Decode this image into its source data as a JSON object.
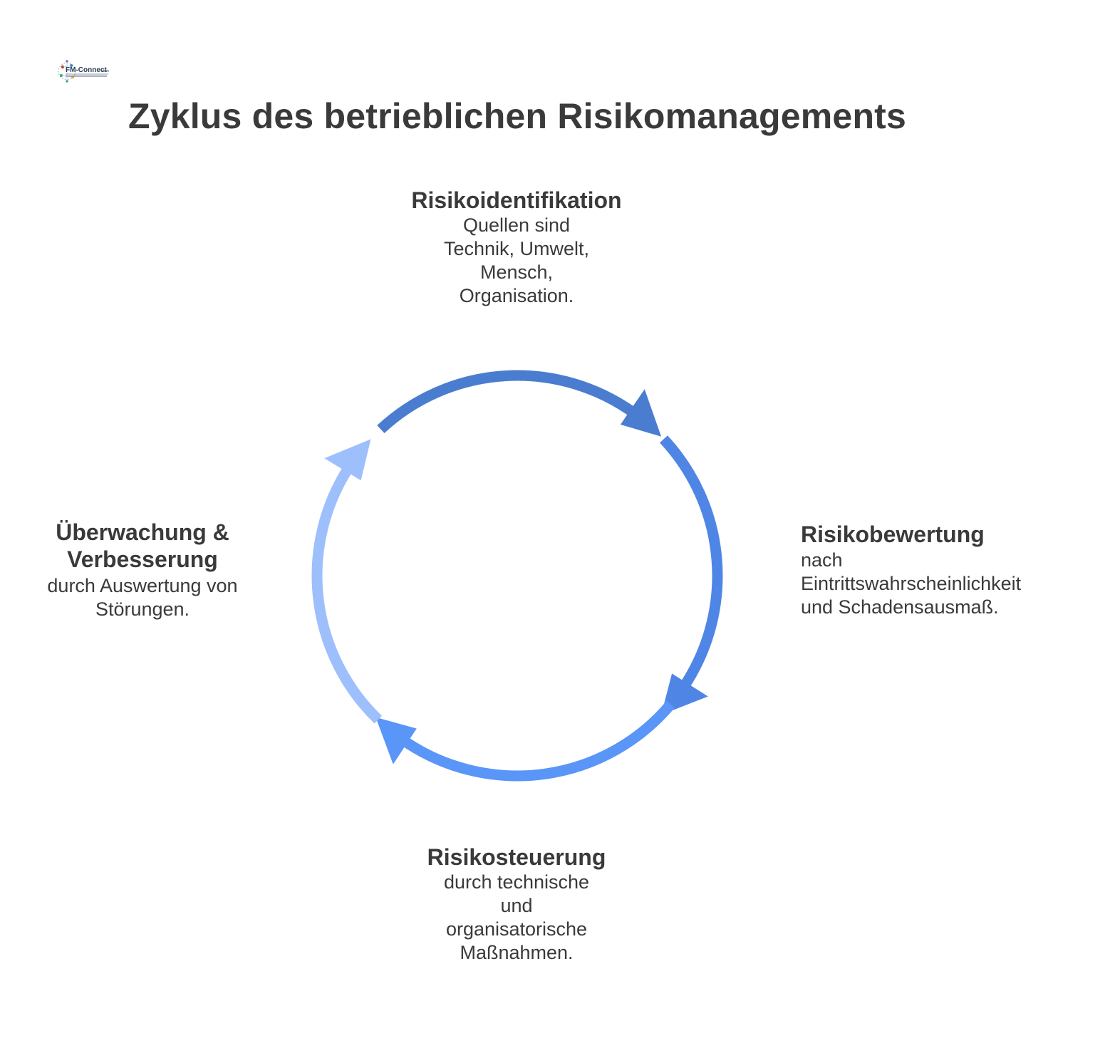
{
  "logo": {
    "brand": "FM-Connect.com",
    "tagline": "Das FM-Beratungs- und Ingenieur-Netzwerk"
  },
  "title": "Zyklus des betrieblichen Risikomanagements",
  "steps": [
    {
      "title": "Risikoidentifikation",
      "description": "Quellen sind Technik, Umwelt, Mensch, Organisation.",
      "arrow_color": "#4a7dd0"
    },
    {
      "title": "Risikobewertung",
      "description": "nach Eintrittswahrscheinlichkeit und Schadensausmaß.",
      "arrow_color": "#4f86e6"
    },
    {
      "title": "Risikosteuerung",
      "description": "durch technische und organisatorische Maßnahmen.",
      "arrow_color": "#5a95f8"
    },
    {
      "title": "Überwachung & Verbesserung",
      "description": "durch Auswertung von Störungen.",
      "arrow_color": "#9dbffc"
    }
  ]
}
